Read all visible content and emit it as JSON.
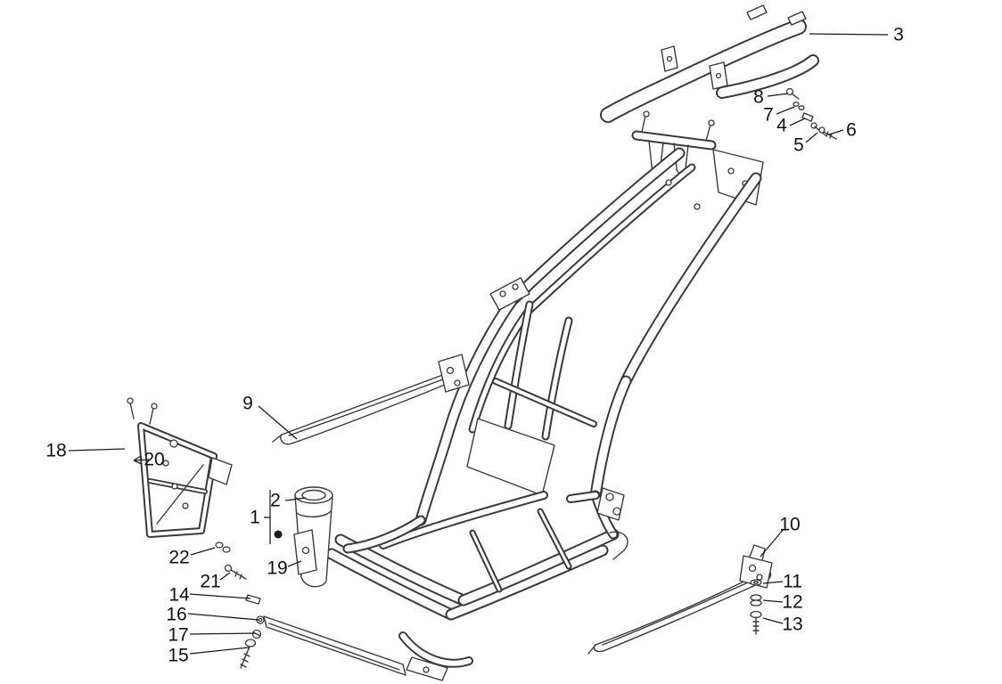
{
  "diagram": {
    "type": "exploded-parts-line-drawing",
    "subject": "scooter frame assembly",
    "background_color": "#ffffff",
    "line_color": "#3a3a3a",
    "label_color": "#111111",
    "callouts": [
      {
        "label": "1"
      },
      {
        "label": "2"
      },
      {
        "label": "3"
      },
      {
        "label": "4"
      },
      {
        "label": "5"
      },
      {
        "label": "6"
      },
      {
        "label": "7"
      },
      {
        "label": "8"
      },
      {
        "label": "9"
      },
      {
        "label": "10"
      },
      {
        "label": "11"
      },
      {
        "label": "12"
      },
      {
        "label": "13"
      },
      {
        "label": "14"
      },
      {
        "label": "15"
      },
      {
        "label": "16"
      },
      {
        "label": "17"
      },
      {
        "label": "18"
      },
      {
        "label": "19"
      },
      {
        "label": "20"
      },
      {
        "label": "21"
      },
      {
        "label": "22"
      }
    ]
  }
}
